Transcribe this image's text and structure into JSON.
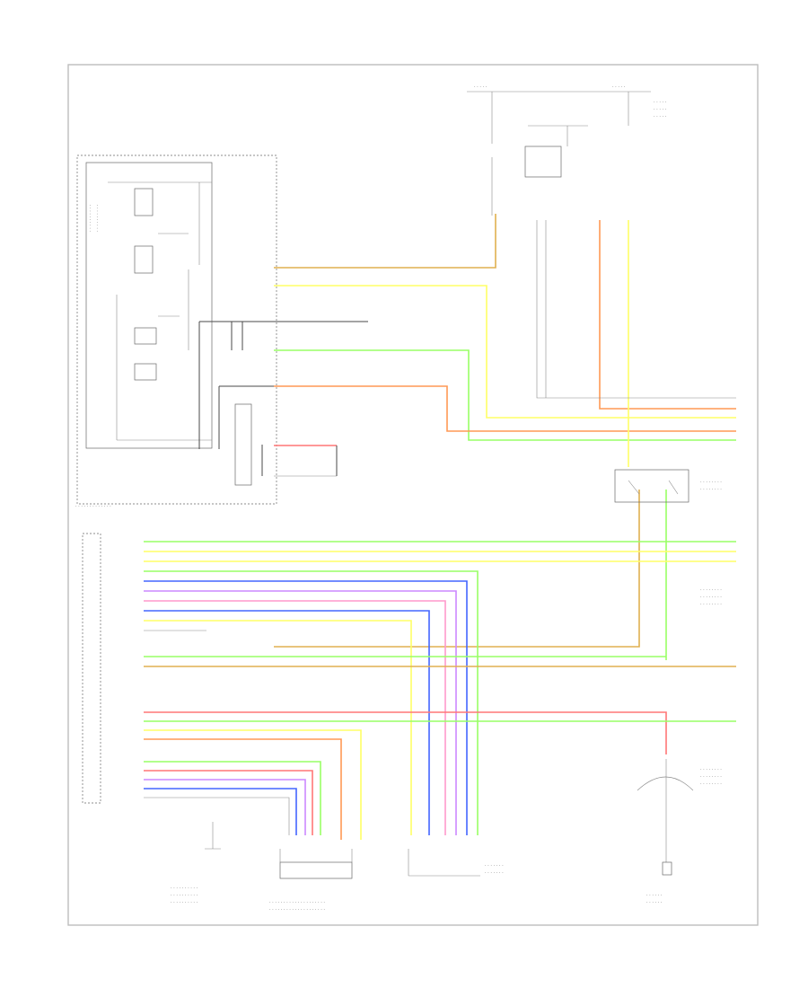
{
  "colors": {
    "frame": "#bdbdbd",
    "tan": "#e0b050",
    "yellow": "#ffff66",
    "green": "#99ff66",
    "orange": "#ff9955",
    "red": "#ff7777",
    "blue": "#4466ff",
    "violet": "#cc88ff",
    "pink": "#ff99cc",
    "white": "#dddddd"
  },
  "wire_colors": [
    "tan",
    "yellow",
    "dark",
    "green",
    "orange",
    "red",
    "white",
    "green",
    "yellow",
    "yellow",
    "green",
    "blue",
    "violet",
    "pink",
    "white",
    "red",
    "green",
    "yellow",
    "green",
    "red",
    "violet",
    "blue",
    "white",
    "orange"
  ]
}
